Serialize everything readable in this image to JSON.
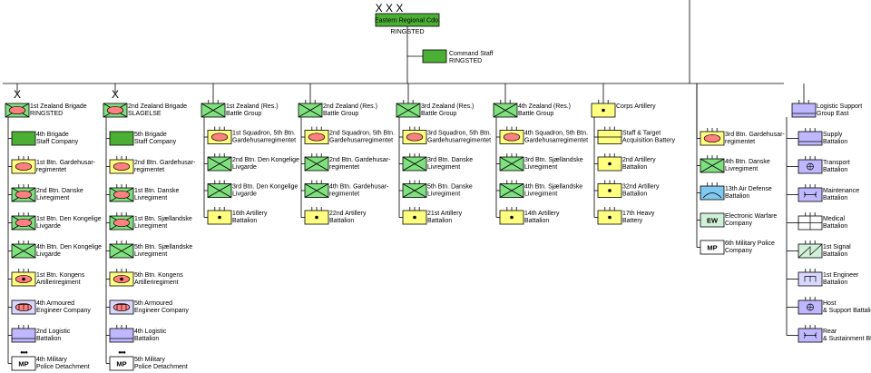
{
  "hq": {
    "echelon": "X X X",
    "title": "Eastern Regional Cdo.",
    "location": "RINGSTED",
    "command_staff": [
      "Command Staff",
      "RINGSTED"
    ]
  },
  "columns": [
    {
      "head": {
        "type": "inf_cav",
        "echelon": "X",
        "label": [
          "1st Zealand Brigade",
          "RINGSTED"
        ]
      },
      "units": [
        {
          "type": "staff",
          "label": [
            "4th Brigade",
            "Staff Company"
          ]
        },
        {
          "type": "cav",
          "label": [
            "1st Btn. Gardehusar-",
            "regimentet"
          ]
        },
        {
          "type": "mech",
          "label": [
            "2nd Btn. Danske",
            "Livregiment"
          ]
        },
        {
          "type": "mech",
          "label": [
            "1st Btn. Den Kongelige",
            "Livgarde"
          ]
        },
        {
          "type": "inf",
          "label": [
            "4th Btn. Den Kongelige",
            "Livgarde"
          ]
        },
        {
          "type": "spart",
          "label": [
            "1st Btn. Kongens",
            "Artilleriregiment"
          ]
        },
        {
          "type": "armeng",
          "label": [
            "4th Armoured",
            "Engineer Company"
          ]
        },
        {
          "type": "log",
          "label": [
            "2nd Logistic",
            "Battalion"
          ]
        },
        {
          "type": "mp",
          "label": [
            "4th Military",
            "Police Detachment"
          ],
          "code": "MP",
          "echelon": "●●●"
        }
      ]
    },
    {
      "head": {
        "type": "inf_cav",
        "echelon": "X",
        "label": [
          "2nd Zealand Brigade",
          "SLAGELSE"
        ]
      },
      "units": [
        {
          "type": "staff",
          "label": [
            "5th Brigade",
            "Staff Company"
          ]
        },
        {
          "type": "cav",
          "label": [
            "2nd Btn. Gardehusar-",
            "regimentet"
          ]
        },
        {
          "type": "mech",
          "label": [
            "1st Btn. Danske",
            "Livregiment"
          ]
        },
        {
          "type": "mech",
          "label": [
            "1st Btn. Sjællandske",
            "Livregiment"
          ]
        },
        {
          "type": "inf",
          "label": [
            "5th Btn. Sjællandske",
            "Livregiment"
          ]
        },
        {
          "type": "spart",
          "label": [
            "5th Btn. Kongens",
            "Artilleriregiment"
          ]
        },
        {
          "type": "armeng",
          "label": [
            "5th Armoured",
            "Engineer Company"
          ]
        },
        {
          "type": "log",
          "label": [
            "4th Logistic",
            "Battalion"
          ]
        },
        {
          "type": "mp",
          "label": [
            "5th Military",
            "Police Detachment"
          ],
          "code": "MP",
          "echelon": "●●●"
        }
      ]
    },
    {
      "head": {
        "type": "inf",
        "label": [
          "1st Zealand (Res.)",
          "Battle Group"
        ]
      },
      "units": [
        {
          "type": "cav",
          "label": [
            "1st Squadron, 5th Btn.",
            "Gardehusarregimentet"
          ]
        },
        {
          "type": "inf",
          "label": [
            "2nd Btn. Den Kongelige",
            "Livgarde"
          ]
        },
        {
          "type": "inf",
          "label": [
            "3rd Btn. Den Kongelige",
            "Livgarde"
          ]
        },
        {
          "type": "art",
          "label": [
            "16th Artillery",
            "Battalion"
          ]
        }
      ]
    },
    {
      "head": {
        "type": "inf",
        "label": [
          "2nd Zealand (Res.)",
          "Battle Group"
        ]
      },
      "units": [
        {
          "type": "cav",
          "label": [
            "2nd Squadron, 5th Btn.",
            "Gardehusarregimentet"
          ]
        },
        {
          "type": "inf",
          "label": [
            "2nd Btn. Gardehusar-",
            "regimentet"
          ]
        },
        {
          "type": "inf",
          "label": [
            "4th Btn. Gardehusar-",
            "regimentet"
          ]
        },
        {
          "type": "art",
          "label": [
            "22nd Artillery",
            "Battalion"
          ]
        }
      ]
    },
    {
      "head": {
        "type": "inf",
        "label": [
          "3rd Zealand (Res.)",
          "Battle Group"
        ]
      },
      "units": [
        {
          "type": "cav",
          "label": [
            "3rd Squadron, 5th Btn.",
            "Gardehusarregimentet"
          ]
        },
        {
          "type": "inf",
          "label": [
            "3rd Btn. Danske",
            "Livregiment"
          ]
        },
        {
          "type": "inf",
          "label": [
            "5th Btn. Danske",
            "Livregiment"
          ]
        },
        {
          "type": "art",
          "label": [
            "21st Artillery",
            "Battalion"
          ]
        }
      ]
    },
    {
      "head": {
        "type": "inf",
        "label": [
          "4th Zealand (Res.)",
          "Battle Group"
        ]
      },
      "units": [
        {
          "type": "cav",
          "label": [
            "4th Squadron, 5th Btn.",
            "Gardehusarregimentet"
          ]
        },
        {
          "type": "inf",
          "label": [
            "3rd Btn. Sjællandske",
            "Livregiment"
          ]
        },
        {
          "type": "inf",
          "label": [
            "4th Btn. Sjællandske",
            "Livregiment"
          ]
        },
        {
          "type": "art",
          "label": [
            "14th Artillery",
            "Battalion"
          ]
        }
      ]
    },
    {
      "head": {
        "type": "art",
        "label": [
          "Corps Artillery",
          ""
        ]
      },
      "units": [
        {
          "type": "stab",
          "label": [
            "Staff & Target",
            "Acquisition Battery"
          ]
        },
        {
          "type": "art",
          "label": [
            "2nd Artillery",
            "Battalion"
          ]
        },
        {
          "type": "art",
          "label": [
            "32nd Artillery",
            "Battalion"
          ]
        },
        {
          "type": "art",
          "label": [
            "17th Heavy",
            "Battery"
          ]
        }
      ]
    },
    {
      "head": null,
      "units": [
        {
          "type": "cav",
          "label": [
            "3rd Btn. Gardehusar-",
            "regimentet"
          ]
        },
        {
          "type": "inf",
          "label": [
            "4th Btn. Danske",
            "Livregiment"
          ]
        },
        {
          "type": "ad",
          "label": [
            "13th Air Defense",
            "Battalion"
          ]
        },
        {
          "type": "ew",
          "label": [
            "Electronic Warfare",
            "Company"
          ],
          "code": "EW"
        },
        {
          "type": "mp",
          "label": [
            "6th Military Police",
            "Company"
          ],
          "code": "MP"
        }
      ]
    },
    {
      "head": {
        "type": "log",
        "label": [
          "Logistic Support",
          "Group East"
        ]
      },
      "units": [
        {
          "type": "log",
          "label": [
            "Supply",
            "Battalion"
          ]
        },
        {
          "type": "trans",
          "label": [
            "Transport",
            "Battalion"
          ]
        },
        {
          "type": "maint",
          "label": [
            "Maintenance",
            "Battalion"
          ]
        },
        {
          "type": "med",
          "label": [
            "Medical",
            "Battalion"
          ]
        },
        {
          "type": "sig",
          "label": [
            "1st Signal",
            "Battalion"
          ]
        },
        {
          "type": "eng",
          "label": [
            "1st Engineer",
            "Battalion"
          ]
        },
        {
          "type": "trans",
          "label": [
            "Host",
            "& Support Battalion"
          ]
        },
        {
          "type": "maint",
          "label": [
            "Rear",
            "& Sustainment Btn."
          ]
        }
      ]
    }
  ],
  "colors": {
    "infantry": "#80e080",
    "cavalry_oval": "#ff8080",
    "artillery": "#ffff80",
    "support": "#d8d8ff",
    "logistic": "#c0b8ff",
    "air_defense": "#80c8f0",
    "ew": "#d0f0d8",
    "hq": "#4caf35",
    "line": "#000000"
  }
}
